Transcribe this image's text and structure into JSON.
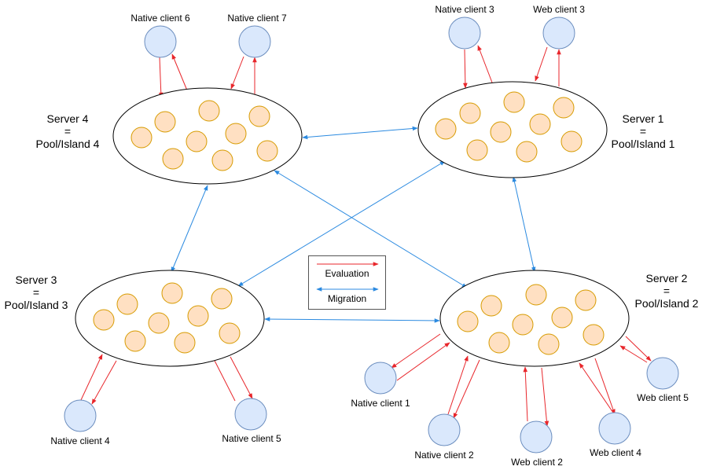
{
  "servers": [
    {
      "id": "s4",
      "line1": "Server 4",
      "line2": "=",
      "line3": "Pool/Island 4"
    },
    {
      "id": "s1",
      "line1": "Server 1",
      "line2": "=",
      "line3": "Pool/Island 1"
    },
    {
      "id": "s3",
      "line1": "Server 3",
      "line2": "=",
      "line3": "Pool/Island 3"
    },
    {
      "id": "s2",
      "line1": "Server 2",
      "line2": "=",
      "line3": "Pool/Island 2"
    }
  ],
  "clients": [
    {
      "id": "nc6",
      "label": "Native client 6"
    },
    {
      "id": "nc7",
      "label": "Native client 7"
    },
    {
      "id": "nc3",
      "label": "Native client 3"
    },
    {
      "id": "wc3",
      "label": "Web client 3"
    },
    {
      "id": "nc4",
      "label": "Native client 4"
    },
    {
      "id": "nc5",
      "label": "Native client 5"
    },
    {
      "id": "nc1",
      "label": "Native client 1"
    },
    {
      "id": "nc2",
      "label": "Native client 2"
    },
    {
      "id": "wc2",
      "label": "Web client 2"
    },
    {
      "id": "wc4",
      "label": "Web client 4"
    },
    {
      "id": "wc5",
      "label": "Web client 5"
    }
  ],
  "legend": {
    "evaluation": "Evaluation",
    "migration": "Migration",
    "evaluation_color": "#e8262b",
    "migration_color": "#2b8ae0"
  },
  "colors": {
    "client_fill": "#dae8fc",
    "client_stroke": "#6c8ebf",
    "individual_fill": "#ffe0c2",
    "individual_stroke": "#d79b00"
  }
}
